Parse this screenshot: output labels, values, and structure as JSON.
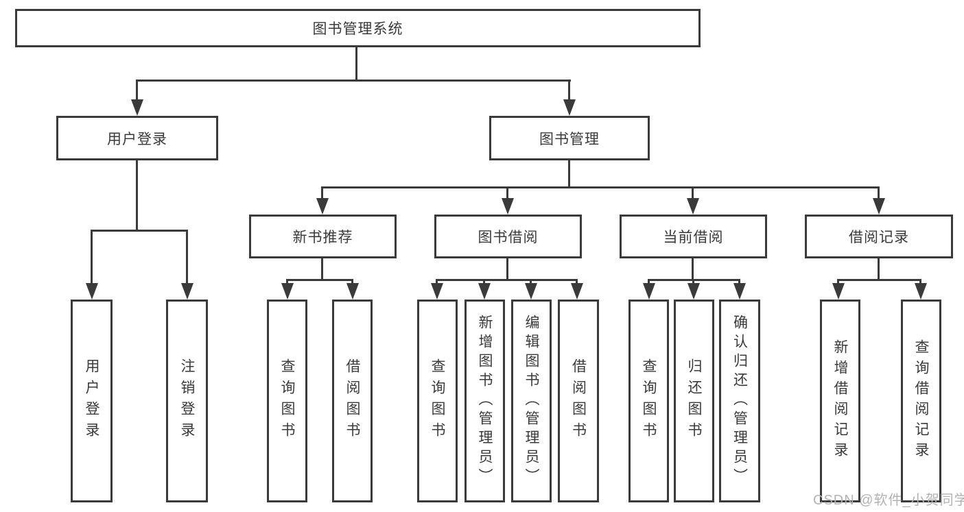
{
  "diagram": {
    "title": "图书管理系统",
    "level2": {
      "user_login": "用户登录",
      "book_mgmt": "图书管理"
    },
    "level3": {
      "new_books": "新书推荐",
      "book_borrow": "图书借阅",
      "current_borrow": "当前借阅",
      "borrow_records": "借阅记录"
    },
    "leaves": {
      "user_login": "用户登录",
      "logout": "注销登录",
      "nb_query": "查询图书",
      "nb_borrow": "借阅图书",
      "bb_query": "查询图书",
      "bb_add": "新增图书（管理员）",
      "bb_edit": "编辑图书（管理员）",
      "bb_borrow": "借阅图书",
      "cb_query": "查询图书",
      "cb_return": "归还图书",
      "cb_confirm": "确认归还（管理员）",
      "rec_add": "新增借阅记录",
      "rec_query": "查询借阅记录"
    },
    "watermark": "CSDN @软件_小贺同学",
    "colors": {
      "line": "#3a3a3a",
      "text": "#3a3a3a",
      "watermark": "#b2b2b2",
      "background": "#ffffff"
    }
  }
}
